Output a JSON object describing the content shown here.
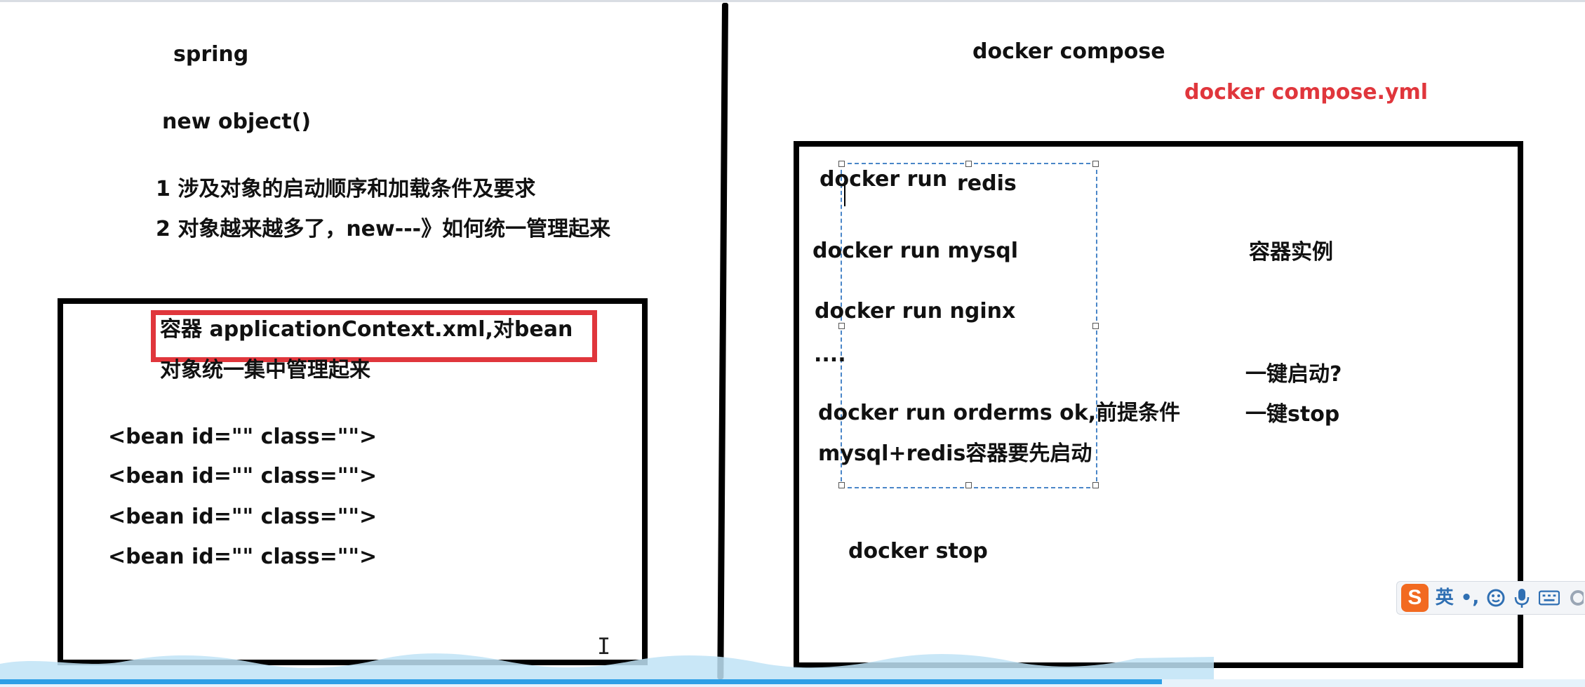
{
  "left": {
    "title": "spring",
    "new_object": "new object()",
    "point1": "1 涉及对象的启动顺序和加载条件及要求",
    "point2": "2 对象越来越多了，new---》如何统一管理起来",
    "container_label": "容器 applicationContext.xml,对bean",
    "container_desc": "对象统一集中管理起来",
    "bean_lines": [
      "<bean id=\"\" class=\"\">",
      "<bean id=\"\" class=\"\">",
      "<bean id=\"\" class=\"\">",
      "<bean id=\"\" class=\"\">"
    ]
  },
  "right": {
    "title": "docker compose",
    "yml": "docker compose.yml",
    "run_redis_cmd": "docker run",
    "run_redis_name": "redis",
    "run_mysql": "docker run mysql",
    "run_nginx": "docker run nginx",
    "ellipsis": "....",
    "run_orderms": "docker run orderms ok,前提条件",
    "prereq": "mysql+redis容器要先启动",
    "stop": "docker stop",
    "instances": "容器实例",
    "one_key_start": "一键启动?",
    "one_key_stop": "一键stop"
  },
  "ime": {
    "logo": "S",
    "lang": "英",
    "punct": "•,",
    "icons": [
      "smiley-icon",
      "microphone-icon",
      "keyboard-icon",
      "settings-icon"
    ]
  },
  "colors": {
    "accent_red": "#e0363c",
    "selection_blue": "#4a86c8",
    "progress_blue": "#2e9fe6",
    "ime_orange": "#f26a21"
  }
}
